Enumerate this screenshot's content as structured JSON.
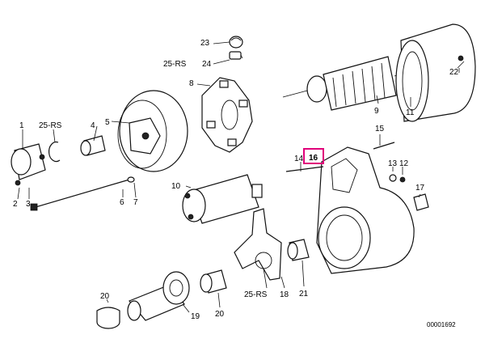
{
  "labels": {
    "c1": "1",
    "c25rs_a": "25-RS",
    "c2": "2",
    "c3": "3",
    "c4": "4",
    "c5": "5",
    "c6": "6",
    "c7": "7",
    "c8": "8",
    "c9": "9",
    "c10": "10",
    "c11": "11",
    "c12": "12",
    "c13": "13",
    "c14": "14",
    "c15": "15",
    "c16": "16",
    "c17": "17",
    "c18": "18",
    "c19": "19",
    "c20a": "20",
    "c20b": "20",
    "c21": "21",
    "c22": "22",
    "c23": "23",
    "c24": "24",
    "c25rs_b": "25-RS",
    "c25rs_c": "25-RS"
  },
  "highlight_color": "#e0007a",
  "drawing_id": "00001692"
}
